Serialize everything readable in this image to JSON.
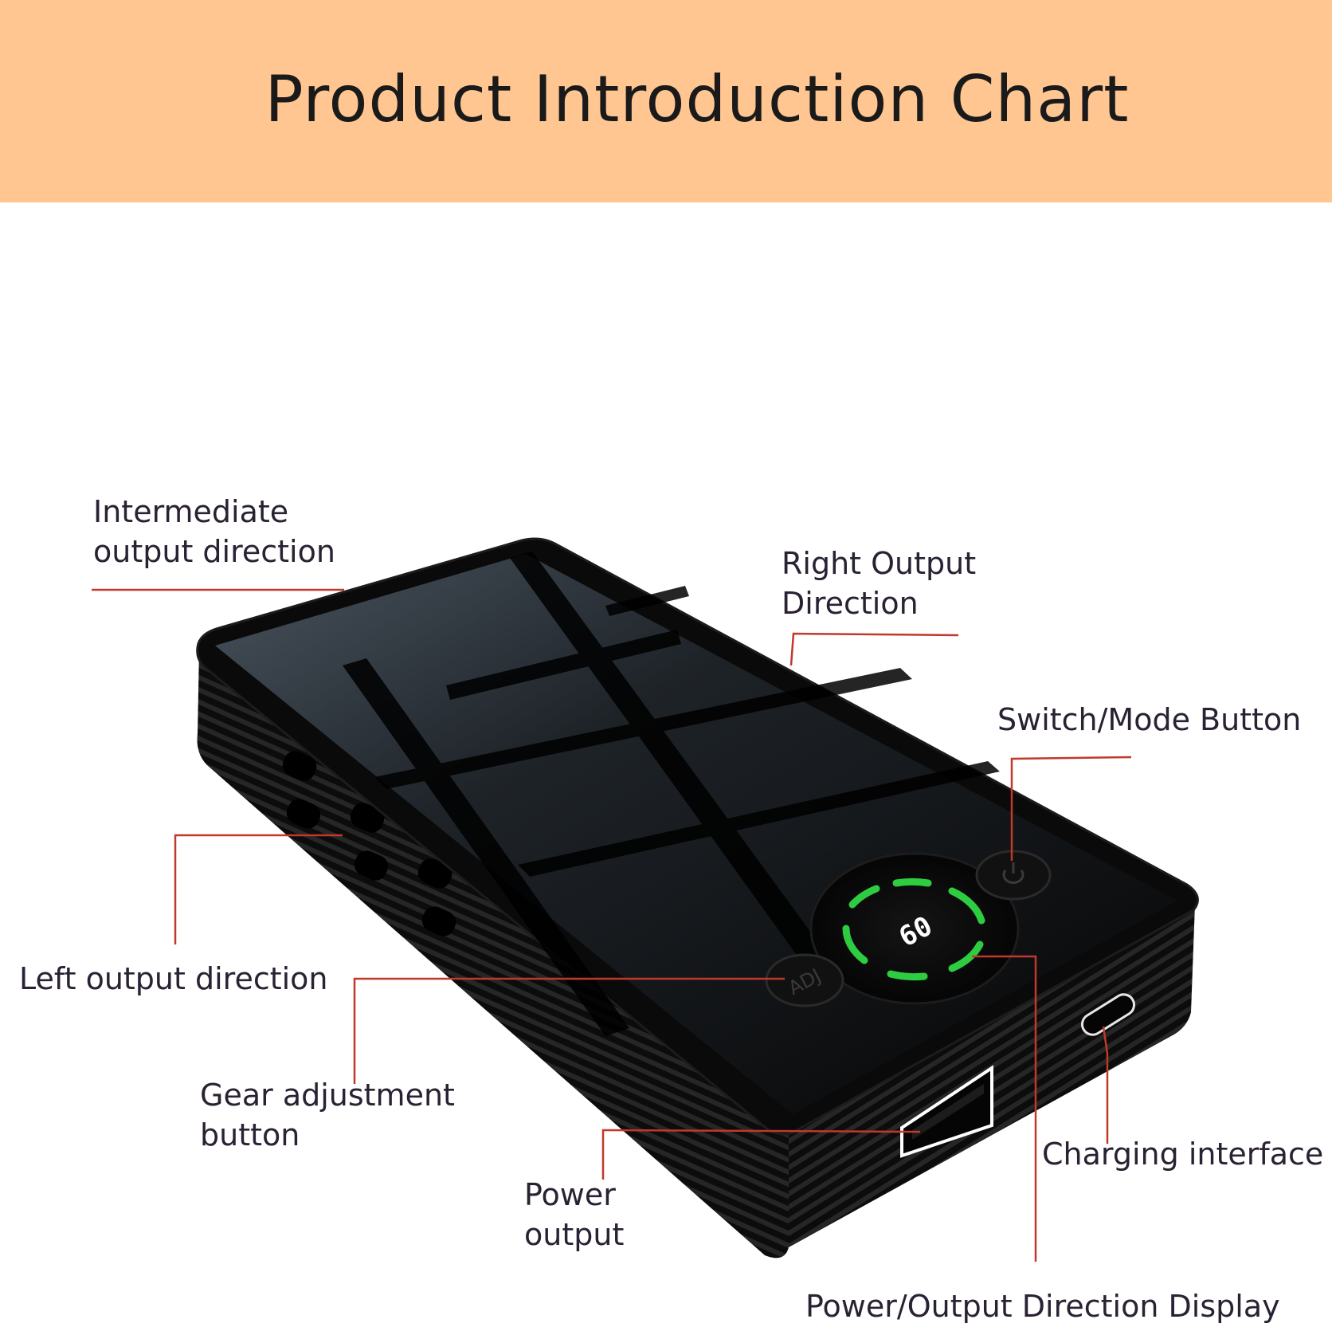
{
  "header": {
    "title": "Product Introduction Chart",
    "background_color": "#ffc692"
  },
  "device": {
    "display_readout": "60",
    "adj_button_label": "ADJ",
    "power_button_icon": "power-icon",
    "ring_color": "#2ecc40",
    "leader_line_color": "#c0392b"
  },
  "labels": {
    "intermediate": {
      "line1": "Intermediate",
      "line2": "output direction"
    },
    "right_output": {
      "line1": "Right Output",
      "line2": "Direction"
    },
    "switch_mode": {
      "line1": "Switch/Mode Button"
    },
    "left_output": {
      "line1": "Left output direction"
    },
    "gear_adjustment": {
      "line1": "Gear adjustment",
      "line2": "button"
    },
    "power_output": {
      "line1": "Power",
      "line2": "output"
    },
    "charging_interface": {
      "line1": "Charging interface"
    },
    "display": {
      "line1": "Power/Output Direction Display"
    }
  }
}
